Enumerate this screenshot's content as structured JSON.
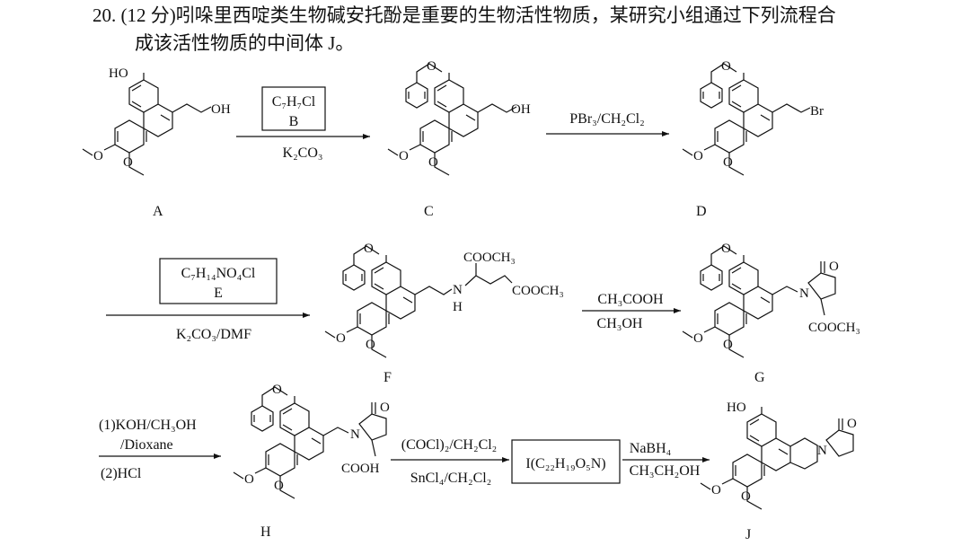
{
  "question": {
    "number": "20.",
    "line1": "(12 分)吲哚里西啶类生物碱安托酚是重要的生物活性物质，某研究小组通过下列流程合",
    "line2": "成该活性物质的中间体 J。"
  },
  "compounds": {
    "A": "A",
    "C": "C",
    "D": "D",
    "F": "F",
    "G": "G",
    "H": "H",
    "J": "J"
  },
  "groups": {
    "HO": "HO",
    "OH": "OH",
    "Br": "Br",
    "N": "N",
    "H": "H",
    "O": "O",
    "COOCH3_top": "COOCH₃",
    "COOCH3_side": "COOCH₃",
    "COOCH3_G": "COOCH₃",
    "COOH": "COOH"
  },
  "reagents": {
    "B_formula": "C₇H₇Cl",
    "B_label": "B",
    "A_to_C_below": "K₂CO₃",
    "C_to_D_above": "PBr₃/CH₂Cl₂",
    "E_formula": "C₇H₁₄NO₄Cl",
    "E_label": "E",
    "D_to_F_below": "K₂CO₃/DMF",
    "F_to_G_above": "CH₃COOH",
    "F_to_G_below": "CH₃OH",
    "G_to_H_line1": "(1)KOH/CH₃OH",
    "G_to_H_line2": "/Dioxane",
    "G_to_H_line3": "(2)HCl",
    "H_to_I_above": "(COCl)₂/CH₂Cl₂",
    "H_to_I_below": "SnCl₄/CH₂Cl₂",
    "I_box": "I(C₂₂H₁₉O₅N)",
    "I_to_J_above": "NaBH₄",
    "I_to_J_below": "CH₃CH₂OH"
  }
}
